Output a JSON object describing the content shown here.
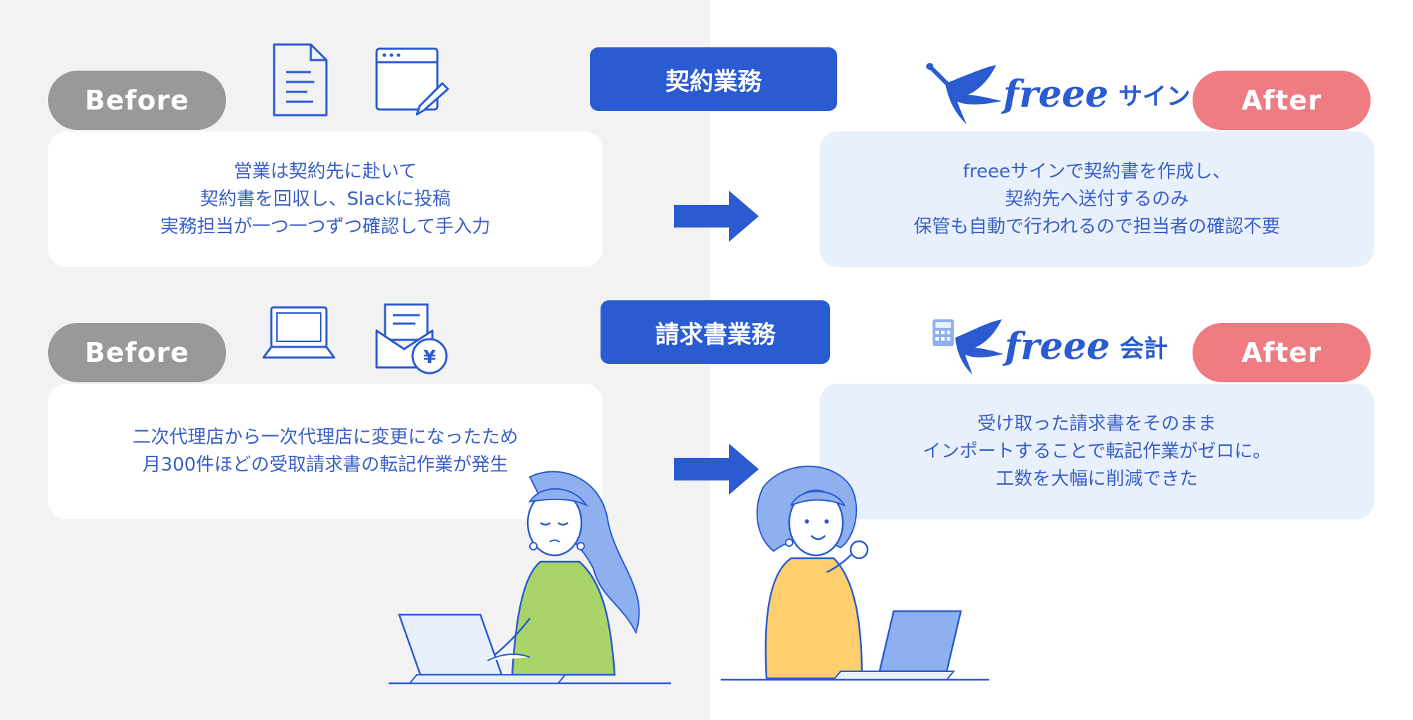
{
  "row1": {
    "before_label": "Before",
    "after_label": "After",
    "category": "契約業務",
    "before_lines": [
      "営業は契約先に赴いて",
      "契約書を回収し、Slackに投稿",
      "実務担当が一つ一つずつ確認して手入力"
    ],
    "after_lines": [
      "freeeサインで契約書を作成し、",
      "契約先へ送付するのみ",
      "保管も自動で行われるので担当者の確認不要"
    ],
    "logo_brand": "freee",
    "logo_sub": "サイン",
    "icons": [
      "document-icon",
      "browser-edit-icon",
      "pen-nib-icon"
    ]
  },
  "row2": {
    "before_label": "Before",
    "after_label": "After",
    "category": "請求書業務",
    "before_lines": [
      "二次代理店から一次代理店に変更になったため",
      "月300件ほどの受取請求書の転記作業が発生"
    ],
    "after_lines": [
      "受け取った請求書をそのまま",
      "インポートすることで転記作業がゼロに。",
      "工数を大幅に削減できた"
    ],
    "logo_brand": "freee",
    "logo_sub": "会計",
    "icons": [
      "laptop-icon",
      "envelope-yen-icon",
      "calculator-icon"
    ]
  },
  "colors": {
    "accent": "#2a5bd1",
    "before_pill": "#999999",
    "after_pill": "#ef7b83",
    "left_bg": "#f2f2f2",
    "after_card": "#e8f0fc",
    "text": "#3a5fc8"
  }
}
